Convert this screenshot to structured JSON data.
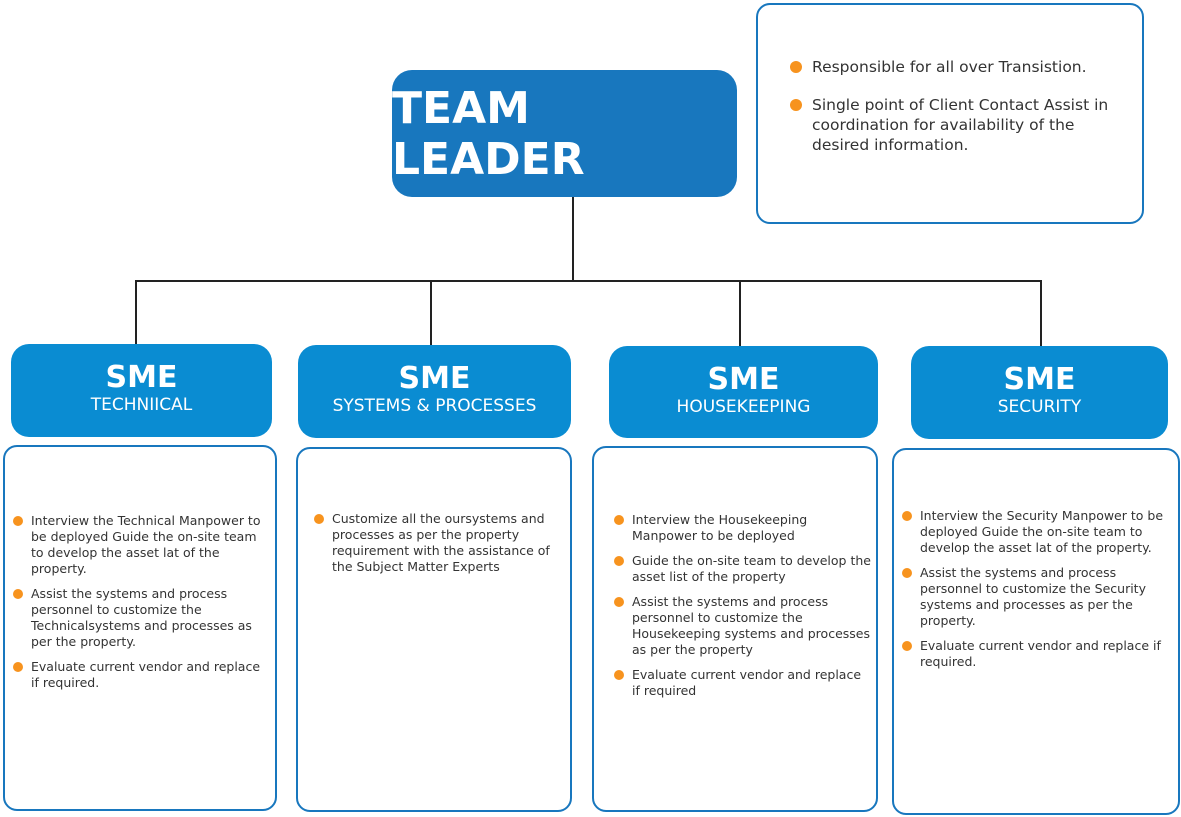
{
  "team_leader": {
    "title": "TEAM LEADER",
    "responsibilities": [
      "Responsible for all over Transistion.",
      "Single point of Client Contact Assist in coordination for availability of the desired information."
    ]
  },
  "smes": [
    {
      "title": "SME",
      "subtitle": "TECHNIICAL",
      "bullets": [
        "Interview the Technical Manpower to be deployed Guide the on-site team to develop the asset lat of the property.",
        "Assist the systems and process personnel to customize the Technicalsystems and processes as per the property.",
        "Evaluate current vendor and replace if required."
      ]
    },
    {
      "title": "SME",
      "subtitle": "SYSTEMS & PROCESSES",
      "bullets": [
        "Customize all the oursystems and processes as per the property requirement with the assistance of the Subject Matter Experts"
      ]
    },
    {
      "title": "SME",
      "subtitle": "HOUSEKEEPING",
      "bullets": [
        "Interview the Housekeeping Manpower to be deployed",
        "Guide the on-site team to develop the asset list of the property",
        "Assist the systems and process personnel to customize the Housekeeping systems and processes as per the property",
        "Evaluate current vendor and replace if required"
      ]
    },
    {
      "title": "SME",
      "subtitle": "SECURITY",
      "bullets": [
        "Interview the Security Manpower to be deployed Guide the on-site team to develop the asset lat of the property.",
        "Assist the systems and process personnel to customize the Security systems and processes as per the property.",
        "Evaluate current vendor and replace if required."
      ]
    }
  ],
  "colors": {
    "leader": "#1877be",
    "sme": "#0a8cd2",
    "bullet": "#f7931e"
  }
}
